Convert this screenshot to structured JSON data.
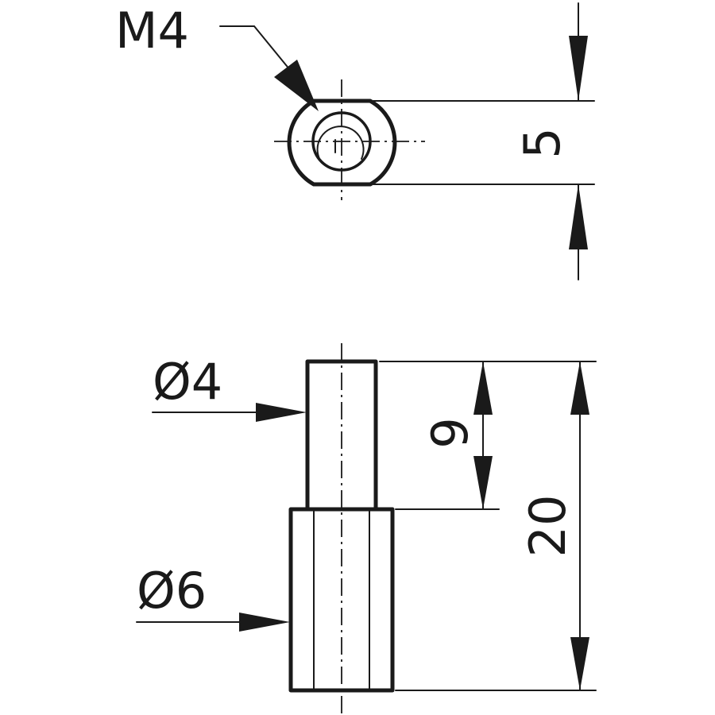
{
  "top_view": {
    "thread_label": "M4",
    "flat_dimension": "5"
  },
  "side_view": {
    "pin_diameter": "Ø4",
    "body_diameter": "Ø6",
    "pin_length": "9",
    "total_length": "20"
  }
}
